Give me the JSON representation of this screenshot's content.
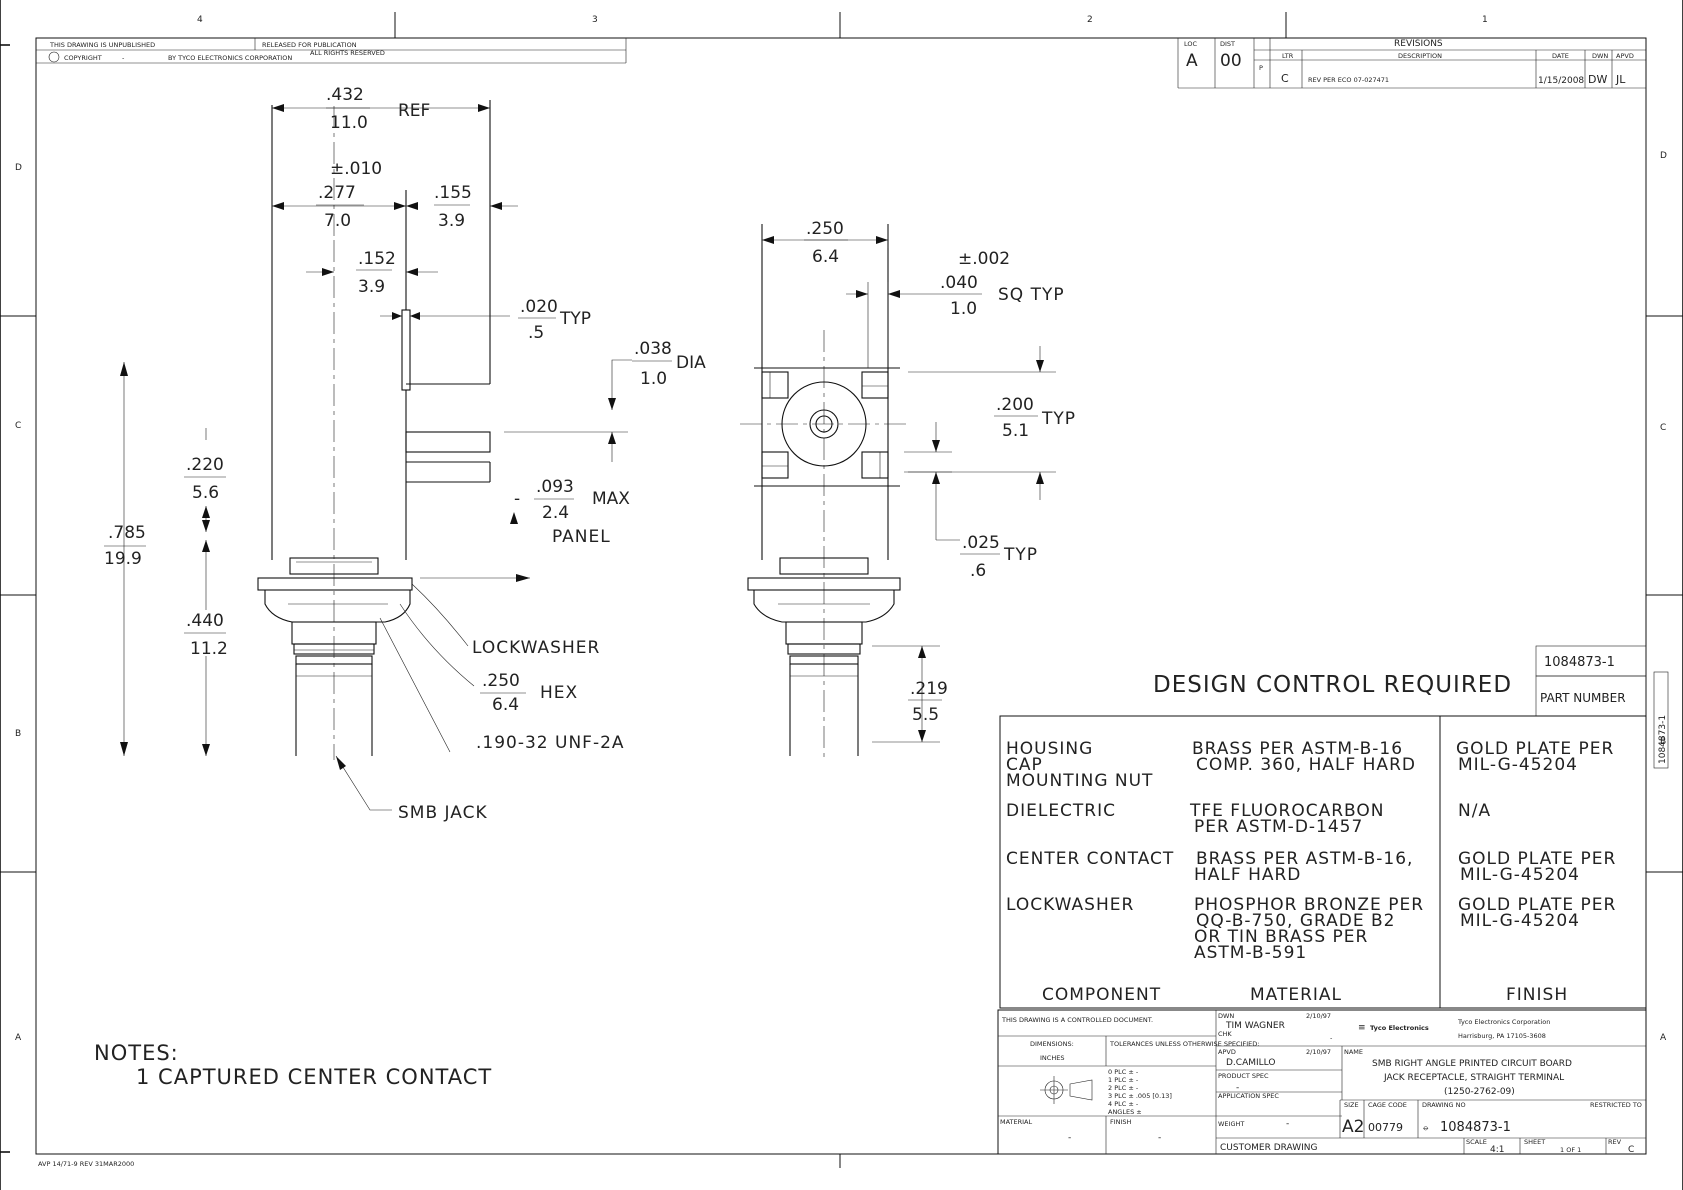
{
  "border": {
    "top_zones": [
      "4",
      "3",
      "2",
      "1"
    ],
    "side_zones": [
      "D",
      "C",
      "B",
      "A"
    ],
    "footer_text": "AVP 14/71-9 REV 31MAR2000",
    "side_part_number": "1084873-1"
  },
  "header_block": {
    "unpublished": "THIS DRAWING IS UNPUBLISHED",
    "released": "RELEASED FOR PUBLICATION",
    "copyright": "COPYRIGHT",
    "copyright_dash": "-",
    "by_tyco": "BY TYCO ELECTRONICS CORPORATION",
    "rights": "ALL RIGHTS RESERVED"
  },
  "revisions": {
    "title": "REVISIONS",
    "col_loc": "LOC",
    "col_dist": "DIST",
    "col_p": "P",
    "col_ltr": "LTR",
    "col_description": "DESCRIPTION",
    "col_date": "DATE",
    "col_dwn": "DWN",
    "col_apvd": "APVD",
    "loc": "A",
    "dist": "00",
    "ltr": "C",
    "description": "REV PER ECO 07-027471",
    "date": "1/15/2008",
    "dwn": "DW",
    "apvd": "JL"
  },
  "side_view": {
    "dim_ref_top": ".432",
    "dim_ref_bot": "11.0",
    "dim_ref_suffix": "REF",
    "dim_tol": "±.010",
    "dim_277_top": ".277",
    "dim_277_bot": "7.0",
    "dim_155_top": ".155",
    "dim_155_bot": "3.9",
    "dim_152_top": ".152",
    "dim_152_bot": "3.9",
    "dim_020_top": ".020",
    "dim_020_bot": ".5",
    "dim_020_suffix": "TYP",
    "dim_038_top": ".038",
    "dim_038_bot": "1.0",
    "dim_038_suffix": "DIA",
    "dim_220_top": ".220",
    "dim_220_bot": "5.6",
    "dim_785_top": ".785",
    "dim_785_bot": "19.9",
    "dim_093_top": ".093",
    "dim_093_bot": "2.4",
    "dim_093_suffix": "MAX",
    "dim_093_note": "PANEL",
    "dim_093_dash": "-",
    "dim_440_top": ".440",
    "dim_440_bot": "11.2",
    "lockwasher": "LOCKWASHER",
    "hex_top": ".250",
    "hex_bot": "6.4",
    "hex_suffix": "HEX",
    "thread": ".190-32 UNF-2A",
    "smb_jack": "SMB JACK"
  },
  "front_view": {
    "dim_250_top": ".250",
    "dim_250_bot": "6.4",
    "dim_002": "±.002",
    "dim_040_top": ".040",
    "dim_040_bot": "1.0",
    "dim_040_suffix": "SQ TYP",
    "dim_200_top": ".200",
    "dim_200_bot": "5.1",
    "dim_200_suffix": "TYP",
    "dim_025_top": ".025",
    "dim_025_bot": ".6",
    "dim_025_suffix": "TYP",
    "dim_219_top": ".219",
    "dim_219_bot": "5.5"
  },
  "notes": {
    "title": "NOTES:",
    "items": [
      "1  CAPTURED CENTER CONTACT"
    ]
  },
  "design_control": "DESIGN CONTROL REQUIRED",
  "part_number_box": {
    "value": "1084873-1",
    "label": "PART NUMBER"
  },
  "materials_table": {
    "headers": [
      "COMPONENT",
      "MATERIAL",
      "FINISH"
    ],
    "rows": [
      {
        "component": [
          "HOUSING",
          "CAP",
          "MOUNTING NUT"
        ],
        "material": [
          "BRASS PER ASTM-B-16",
          "COMP. 360, HALF HARD"
        ],
        "finish": [
          "GOLD PLATE PER",
          "MIL-G-45204"
        ]
      },
      {
        "component": [
          "DIELECTRIC"
        ],
        "material": [
          "TFE FLUOROCARBON",
          "PER ASTM-D-1457"
        ],
        "finish": [
          "N/A"
        ]
      },
      {
        "component": [
          "CENTER CONTACT"
        ],
        "material": [
          "BRASS PER ASTM-B-16,",
          "HALF HARD"
        ],
        "finish": [
          "GOLD PLATE PER",
          "MIL-G-45204"
        ]
      },
      {
        "component": [
          "LOCKWASHER"
        ],
        "material": [
          "PHOSPHOR BRONZE PER",
          "QQ-B-750, GRADE B2",
          "OR TIN BRASS PER",
          "ASTM-B-591"
        ],
        "finish": [
          "GOLD PLATE PER",
          "MIL-G-45204"
        ]
      }
    ]
  },
  "title_block": {
    "controlled": "THIS DRAWING IS A CONTROLLED DOCUMENT.",
    "dimensions_label": "DIMENSIONS:",
    "dimensions_value": "INCHES",
    "tolerances_label": "TOLERANCES UNLESS OTHERWISE SPECIFIED:",
    "plc_lines": [
      "0 PLC  ±  -",
      "1 PLC  ±  -",
      "2 PLC  ±  -",
      "3 PLC  ±  .005 [0.13]",
      "4 PLC  ±  -",
      "ANGLES  ±"
    ],
    "material_label": "MATERIAL",
    "material_value": "-",
    "finish_label": "FINISH",
    "finish_value": "-",
    "dwn_label": "DWN",
    "dwn_name": "TIM WAGNER",
    "dwn_date": "2/10/97",
    "chk_label": "CHK",
    "chk_value": "-",
    "appvd_label": "APVD",
    "appvd_name": "D.CAMILLO",
    "appvd_date": "2/10/97",
    "product_spec": "PRODUCT SPEC",
    "product_spec_value": "-",
    "application_spec": "APPLICATION SPEC",
    "weight_label": "WEIGHT",
    "weight_value": "-",
    "company_logo": "Tyco Electronics",
    "company_name": "Tyco Electronics Corporation",
    "company_city": "Harrisburg, PA 17105-3608",
    "name_label": "NAME",
    "title_lines": [
      "SMB RIGHT ANGLE PRINTED CIRCUIT BOARD",
      "JACK RECEPTACLE, STRAIGHT TERMINAL",
      "(1250-2762-09)"
    ],
    "size_label": "SIZE",
    "size_value": "A2",
    "cage_label": "CAGE CODE",
    "cage_value": "00779",
    "drawing_no_label": "DRAWING NO",
    "drawing_no_value": "1084873-1",
    "restricted_label": "RESTRICTED TO",
    "customer_drawing": "CUSTOMER DRAWING",
    "scale_label": "SCALE",
    "scale_value": "4:1",
    "sheet_label": "SHEET",
    "sheet_value": "1 OF 1",
    "rev_label": "REV",
    "rev_value": "C"
  }
}
